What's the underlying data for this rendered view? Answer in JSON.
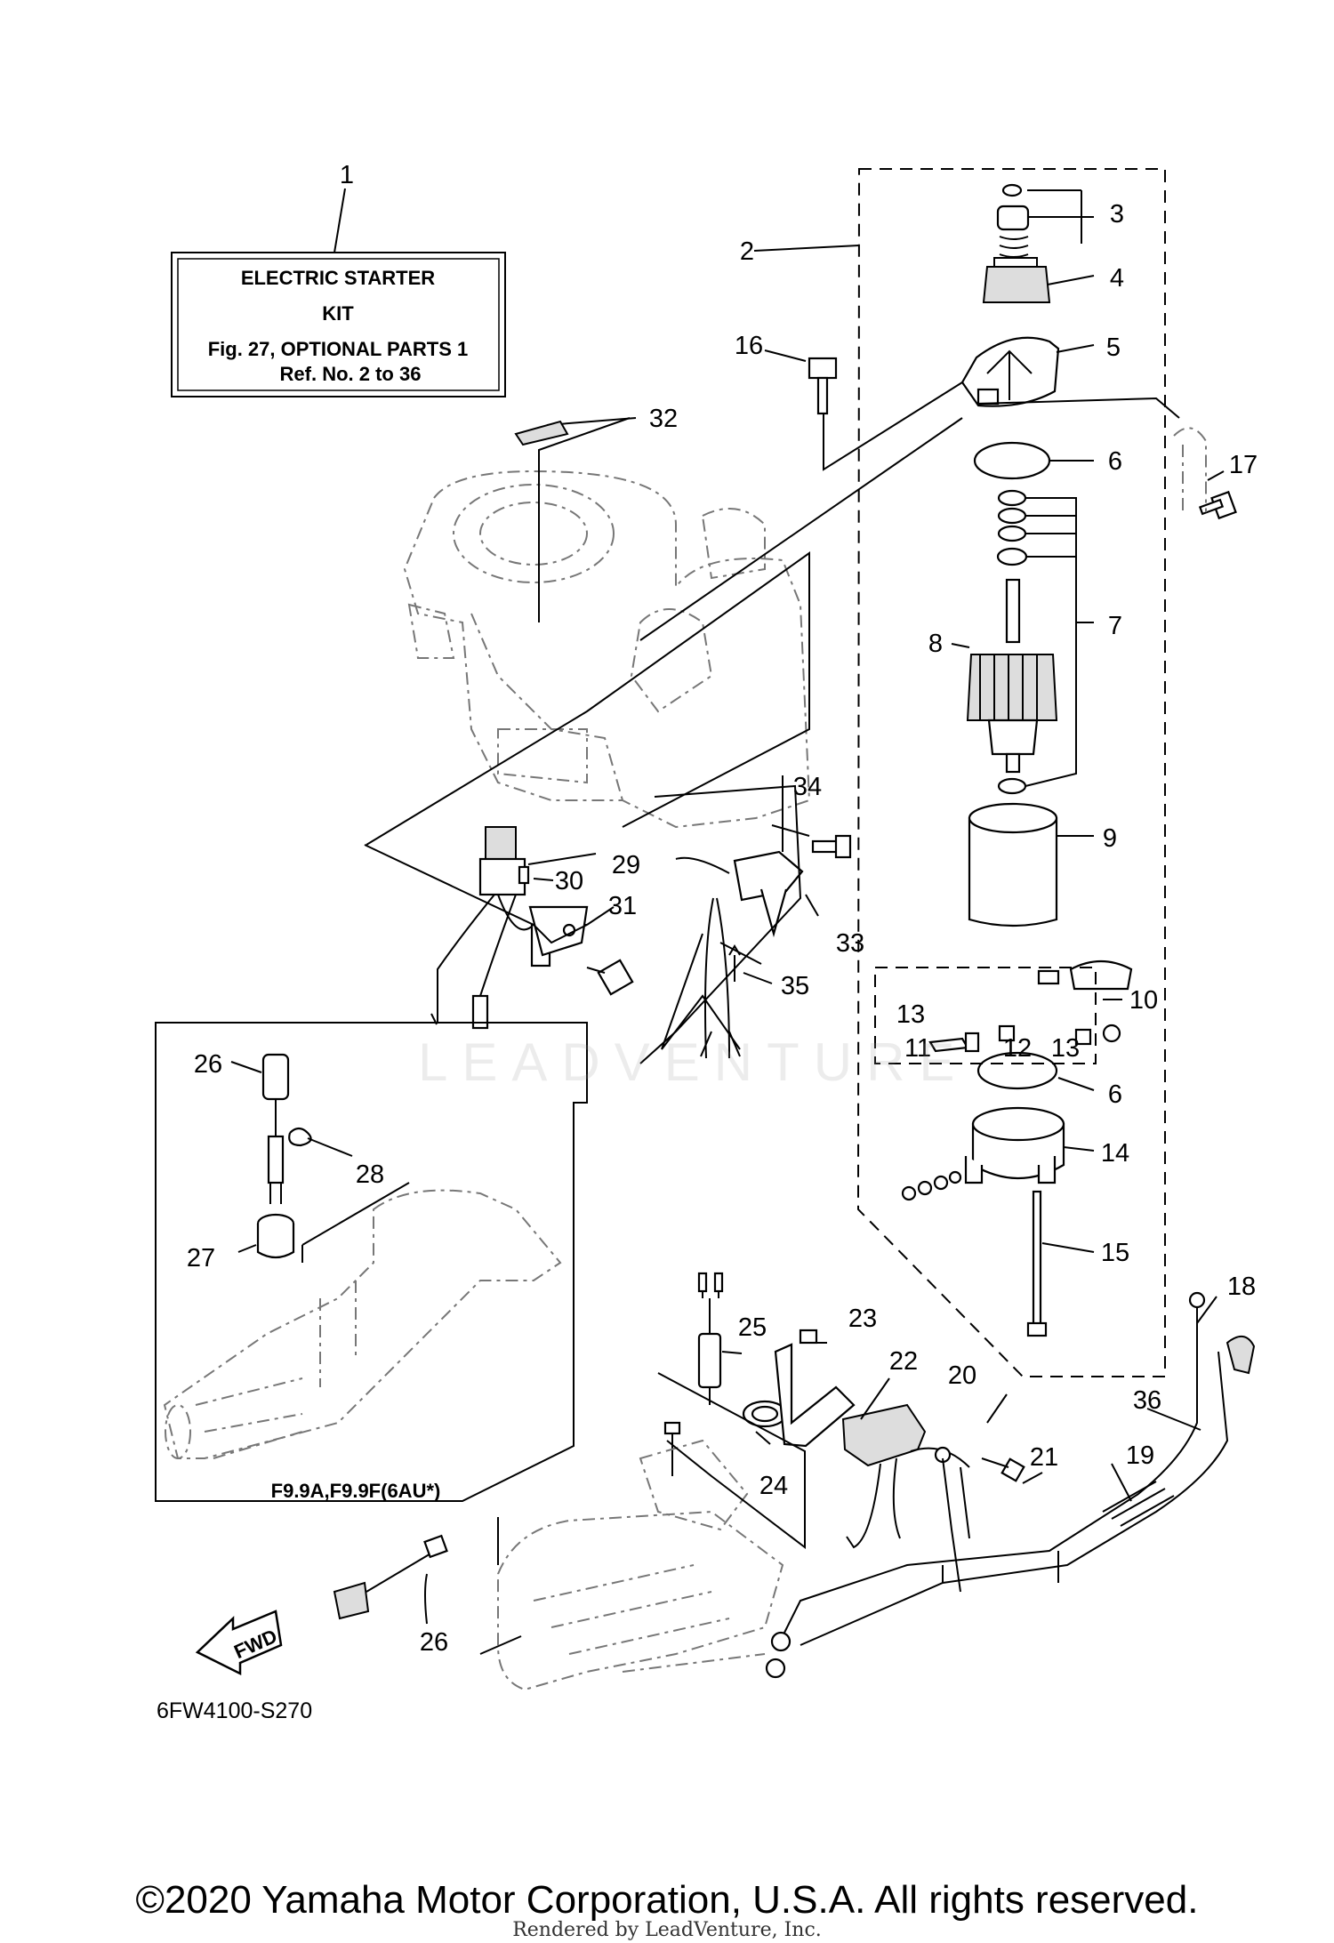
{
  "kit_box": {
    "title_line1": "ELECTRIC STARTER",
    "title_line2": "KIT",
    "line3": "Fig. 27, OPTIONAL PARTS 1",
    "line4": "Ref. No. 2 to 36"
  },
  "callouts": {
    "c1": "1",
    "c2": "2",
    "c3": "3",
    "c4": "4",
    "c5": "5",
    "c6a": "6",
    "c6b": "6",
    "c7": "7",
    "c8": "8",
    "c9": "9",
    "c10": "10",
    "c11": "11",
    "c12": "12",
    "c13a": "13",
    "c13b": "13",
    "c14": "14",
    "c15": "15",
    "c16": "16",
    "c17": "17",
    "c18": "18",
    "c19": "19",
    "c20": "20",
    "c21": "21",
    "c22": "22",
    "c23": "23",
    "c24": "24",
    "c25": "25",
    "c26a": "26",
    "c26b": "26",
    "c27": "27",
    "c28": "28",
    "c29": "29",
    "c30": "30",
    "c31": "31",
    "c32": "32",
    "c33": "33",
    "c34": "34",
    "c35": "35",
    "c36": "36"
  },
  "variant_label": "F9.9A,F9.9F(6AU*)",
  "fwd_label": "FWD",
  "diagram_code": "6FW4100-S270",
  "watermark": "LEADVENTURE",
  "copyright": "©2020 Yamaha Motor Corporation, U.S.A. All rights reserved.",
  "rendered_by": "Rendered by LeadVenture, Inc."
}
